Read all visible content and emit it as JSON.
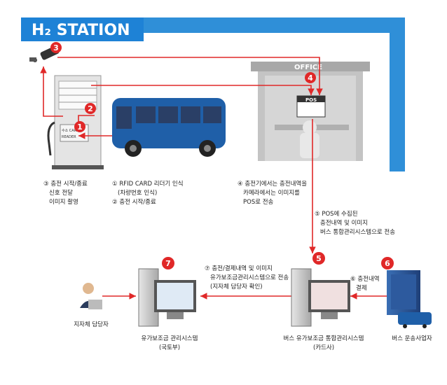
{
  "station": {
    "title": "H₂ STATION"
  },
  "office": {
    "sign": "OFFICE",
    "pos_label": "POS"
  },
  "dispenser": {
    "screen_text_1": "수소 CARD",
    "screen_text_2": "READER"
  },
  "markers": [
    "1",
    "2",
    "3",
    "4",
    "5",
    "6",
    "7"
  ],
  "notes": {
    "n3": [
      "③ 충전 시작/종료",
      "신호 전달",
      "이미지 촬영"
    ],
    "n1": [
      "① RFID CARD 리더기 인식",
      "(차량번호 인식)",
      "② 충전 시작/종료"
    ],
    "n4": [
      "④ 충전기에서는 충전내역을",
      "카메라에서는 이미지를",
      "POS로 전송"
    ],
    "n5": [
      "⑤ POS에 수집된",
      "충전내역 및 이미지",
      "버스 통합관리시스템으로 전송"
    ],
    "n7": [
      "⑦ 충전/결제내역 및 이미지",
      "유가보조금관리시스템으로 전송",
      "(지자체 담당자 확인)"
    ],
    "n6": [
      "⑥ 충전내역",
      "결제"
    ]
  },
  "actors": {
    "local_officer": "지자체 담당자",
    "subsidy_system": [
      "유가보조금 관리시스템",
      "(국토부)"
    ],
    "bus_system": [
      "버스 유가보조금 통합관리시스템",
      "(카드사)"
    ],
    "bus_operator": "버스 운송사업자"
  },
  "colors": {
    "frame_blue": "#2f8fd8",
    "flow_red": "#e02828",
    "bus_blue": "#1f5fa8",
    "office_gray": "#c4c4c4"
  }
}
